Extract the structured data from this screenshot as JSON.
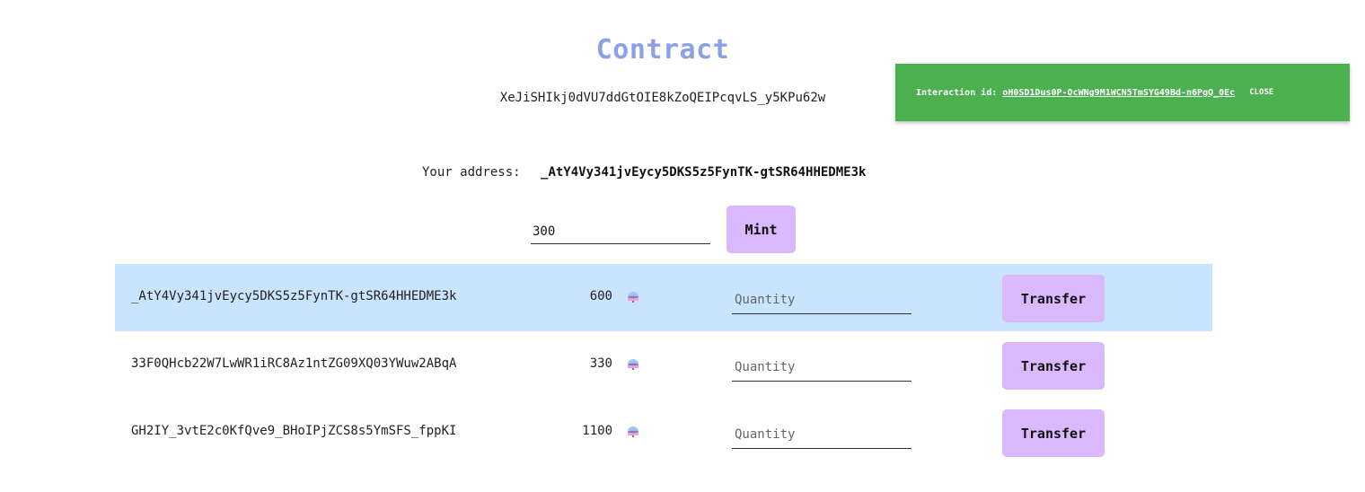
{
  "header": {
    "title": "Contract",
    "contract_id": "XeJiSHIkj0dVU7ddGtOIE8kZoQEIPcqvLS_y5KPu62w"
  },
  "toast": {
    "label": "Interaction id:",
    "interaction_id": "oH0SD1Dus0P-OcWNg9M1WCN5TmSYG49Bd-n6PgQ_0Ec",
    "close_label": "CLOSE",
    "color": "#4caf50"
  },
  "account": {
    "label": "Your address:",
    "address": "_AtY4Vy341jvEycy5DKS5z5FynTK-gtSR64HHEDME3k"
  },
  "mint": {
    "value": "300",
    "button_label": "Mint"
  },
  "balances": [
    {
      "address": "_AtY4Vy341jvEycy5DKS5z5FynTK-gtSR64HHEDME3k",
      "amount": "600",
      "icon": "token-icon",
      "placeholder": "Quantity",
      "button_label": "Transfer",
      "highlighted": true
    },
    {
      "address": "33F0QHcb22W7LwWR1iRC8Az1ntZG09XQ03YWuw2ABqA",
      "amount": "330",
      "icon": "token-icon",
      "placeholder": "Quantity",
      "button_label": "Transfer",
      "highlighted": false
    },
    {
      "address": "GH2IY_3vtE2c0KfQve9_BHoIPjZCS8s5YmSFS_fppKI",
      "amount": "1100",
      "icon": "token-icon",
      "placeholder": "Quantity",
      "button_label": "Transfer",
      "highlighted": false
    }
  ],
  "colors": {
    "title": "#8aa2e4",
    "button": "#dab8fc",
    "highlight_row": "#c9e4fc"
  }
}
